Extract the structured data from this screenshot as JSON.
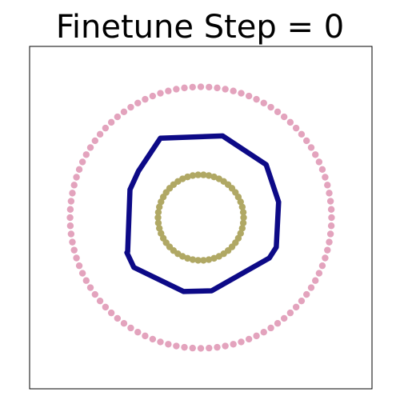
{
  "title": "Finetune Step = 0",
  "chart_data": {
    "type": "scatter",
    "title": "Finetune Step = 0",
    "xlabel": "",
    "ylabel": "",
    "xlim": [
      -1.1,
      1.1
    ],
    "ylim": [
      -1.1,
      1.1
    ],
    "grid": false,
    "axes_ticks": false,
    "series": [
      {
        "kind": "circle-points",
        "center": [
          0,
          0
        ],
        "radius": 0.84,
        "count": 100,
        "color": "#e3a3bd"
      },
      {
        "kind": "circle-points",
        "center": [
          0,
          0
        ],
        "radius": 0.275,
        "count": 50,
        "color": "#b0a864"
      },
      {
        "kind": "closed-polyline",
        "color": "#0d0a87",
        "points": [
          [
            -0.26,
            0.51
          ],
          [
            0.14,
            0.525
          ],
          [
            0.42,
            0.34
          ],
          [
            0.5,
            0.1
          ],
          [
            0.485,
            -0.19
          ],
          [
            0.44,
            -0.26
          ],
          [
            0.07,
            -0.47
          ],
          [
            -0.11,
            -0.475
          ],
          [
            -0.43,
            -0.32
          ],
          [
            -0.475,
            -0.225
          ],
          [
            -0.47,
            -0.22
          ],
          [
            -0.455,
            0.18
          ],
          [
            -0.4,
            0.3
          ],
          [
            -0.26,
            0.51
          ]
        ]
      }
    ]
  }
}
